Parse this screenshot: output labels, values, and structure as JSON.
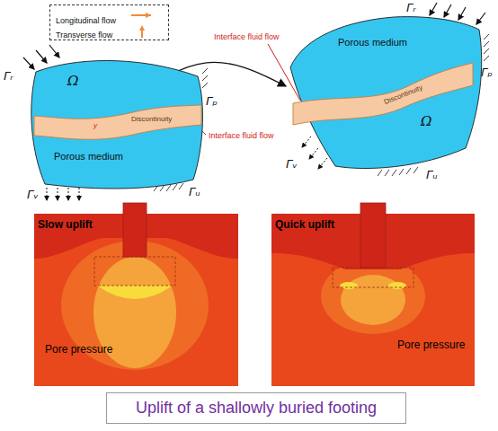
{
  "diagram": {
    "caption": "Uplift of a shallowly buried footing",
    "nodes": [
      {
        "text": [
          "Ω",
          "Porous medium"
        ]
      },
      {
        "text": [
          "Discontinuity"
        ],
        "in": 0
      },
      {
        "text": [
          "Ω",
          "Porous medium"
        ]
      },
      {
        "text": [
          "Discontinuity"
        ],
        "in": 2
      },
      {
        "text": [
          "Slow uplift",
          "Pore pressure"
        ]
      },
      {
        "text": [
          "Quick uplift",
          "Pore pressure"
        ]
      }
    ],
    "edges": [
      {
        "from": 1,
        "to": 2,
        "arrow": "to"
      }
    ],
    "labels": [
      "Γᵣ",
      "Γₚ",
      "Γᵥ",
      "Γᵤ",
      "y",
      "Interface fluid flow",
      "Interface fluid flow",
      "Γᵣ",
      "Γₚ",
      "Γᵥ",
      "Γᵤ"
    ],
    "legend": [
      {
        "text": "Longitudinal flow"
      },
      {
        "text": "Transverse flow"
      }
    ]
  }
}
